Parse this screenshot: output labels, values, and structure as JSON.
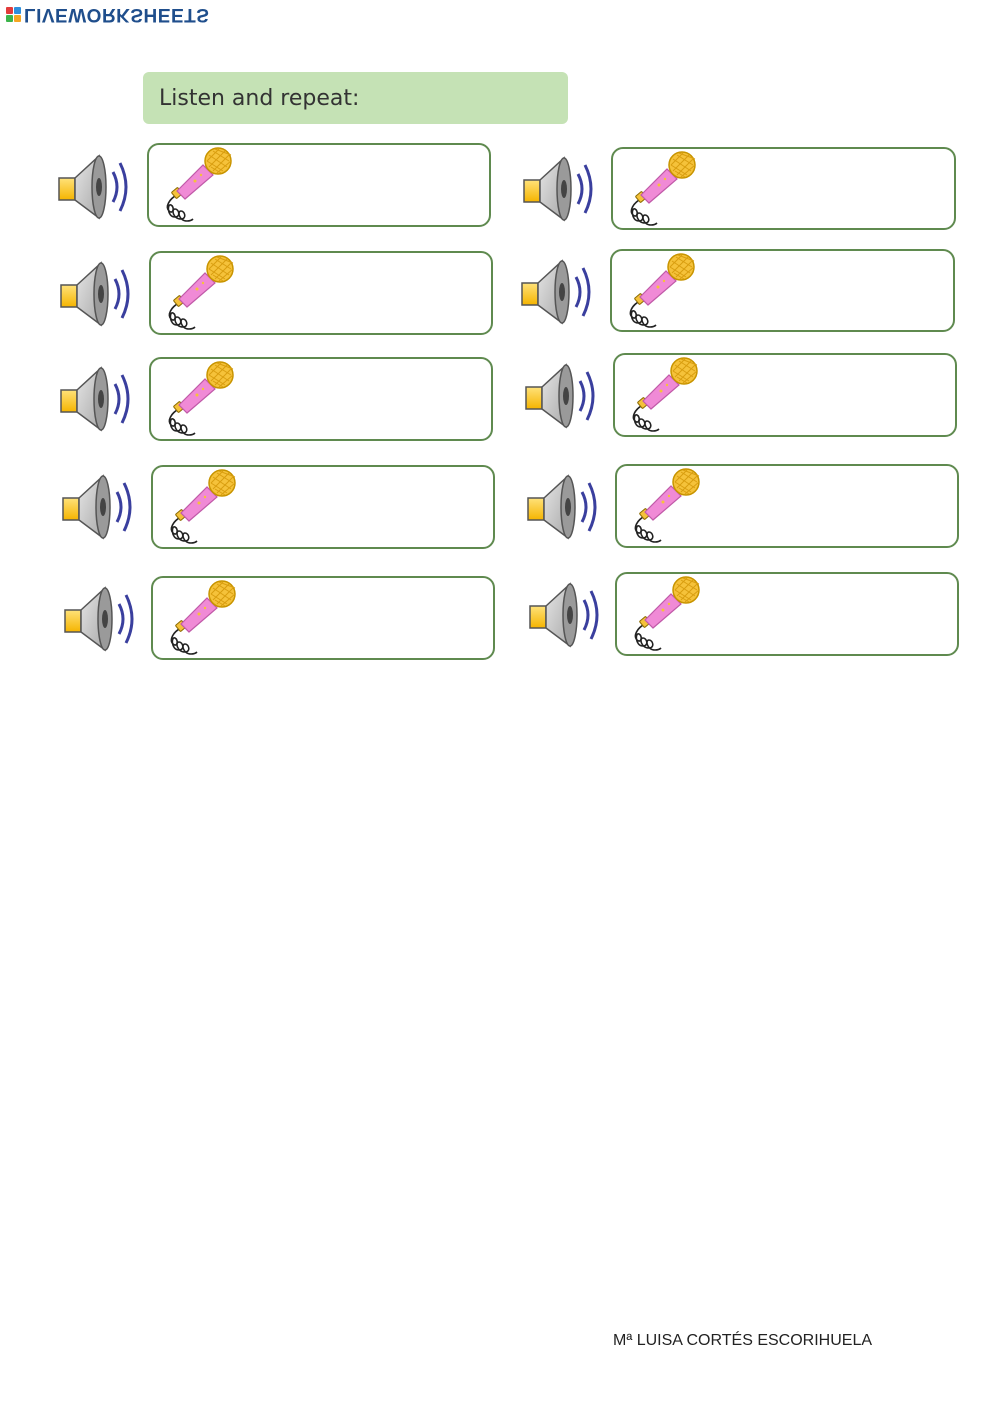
{
  "brand": {
    "name": "LIVEWORKSHEETS",
    "square_colors": [
      "#e23b3b",
      "#2f8fdc",
      "#3cb44b",
      "#f5a623"
    ]
  },
  "instruction": {
    "text": "Listen and repeat:",
    "background": "#c5e2b5"
  },
  "items": [
    {
      "speaker_icon": "speaker-icon",
      "mic_icon": "microphone-icon",
      "answer": ""
    },
    {
      "speaker_icon": "speaker-icon",
      "mic_icon": "microphone-icon",
      "answer": ""
    },
    {
      "speaker_icon": "speaker-icon",
      "mic_icon": "microphone-icon",
      "answer": ""
    },
    {
      "speaker_icon": "speaker-icon",
      "mic_icon": "microphone-icon",
      "answer": ""
    },
    {
      "speaker_icon": "speaker-icon",
      "mic_icon": "microphone-icon",
      "answer": ""
    },
    {
      "speaker_icon": "speaker-icon",
      "mic_icon": "microphone-icon",
      "answer": ""
    },
    {
      "speaker_icon": "speaker-icon",
      "mic_icon": "microphone-icon",
      "answer": ""
    },
    {
      "speaker_icon": "speaker-icon",
      "mic_icon": "microphone-icon",
      "answer": ""
    },
    {
      "speaker_icon": "speaker-icon",
      "mic_icon": "microphone-icon",
      "answer": ""
    },
    {
      "speaker_icon": "speaker-icon",
      "mic_icon": "microphone-icon",
      "answer": ""
    }
  ],
  "colors": {
    "box_border": "#5f8a4f",
    "mic_body": "#f08ad6",
    "mic_head": "#f5c23a",
    "speaker_cone": "#a9a9a9",
    "speaker_base": "#f5b400",
    "sound_waves": "#3a3f9e"
  },
  "footer": {
    "author": "Mª LUISA CORTÉS ESCORIHUELA"
  }
}
